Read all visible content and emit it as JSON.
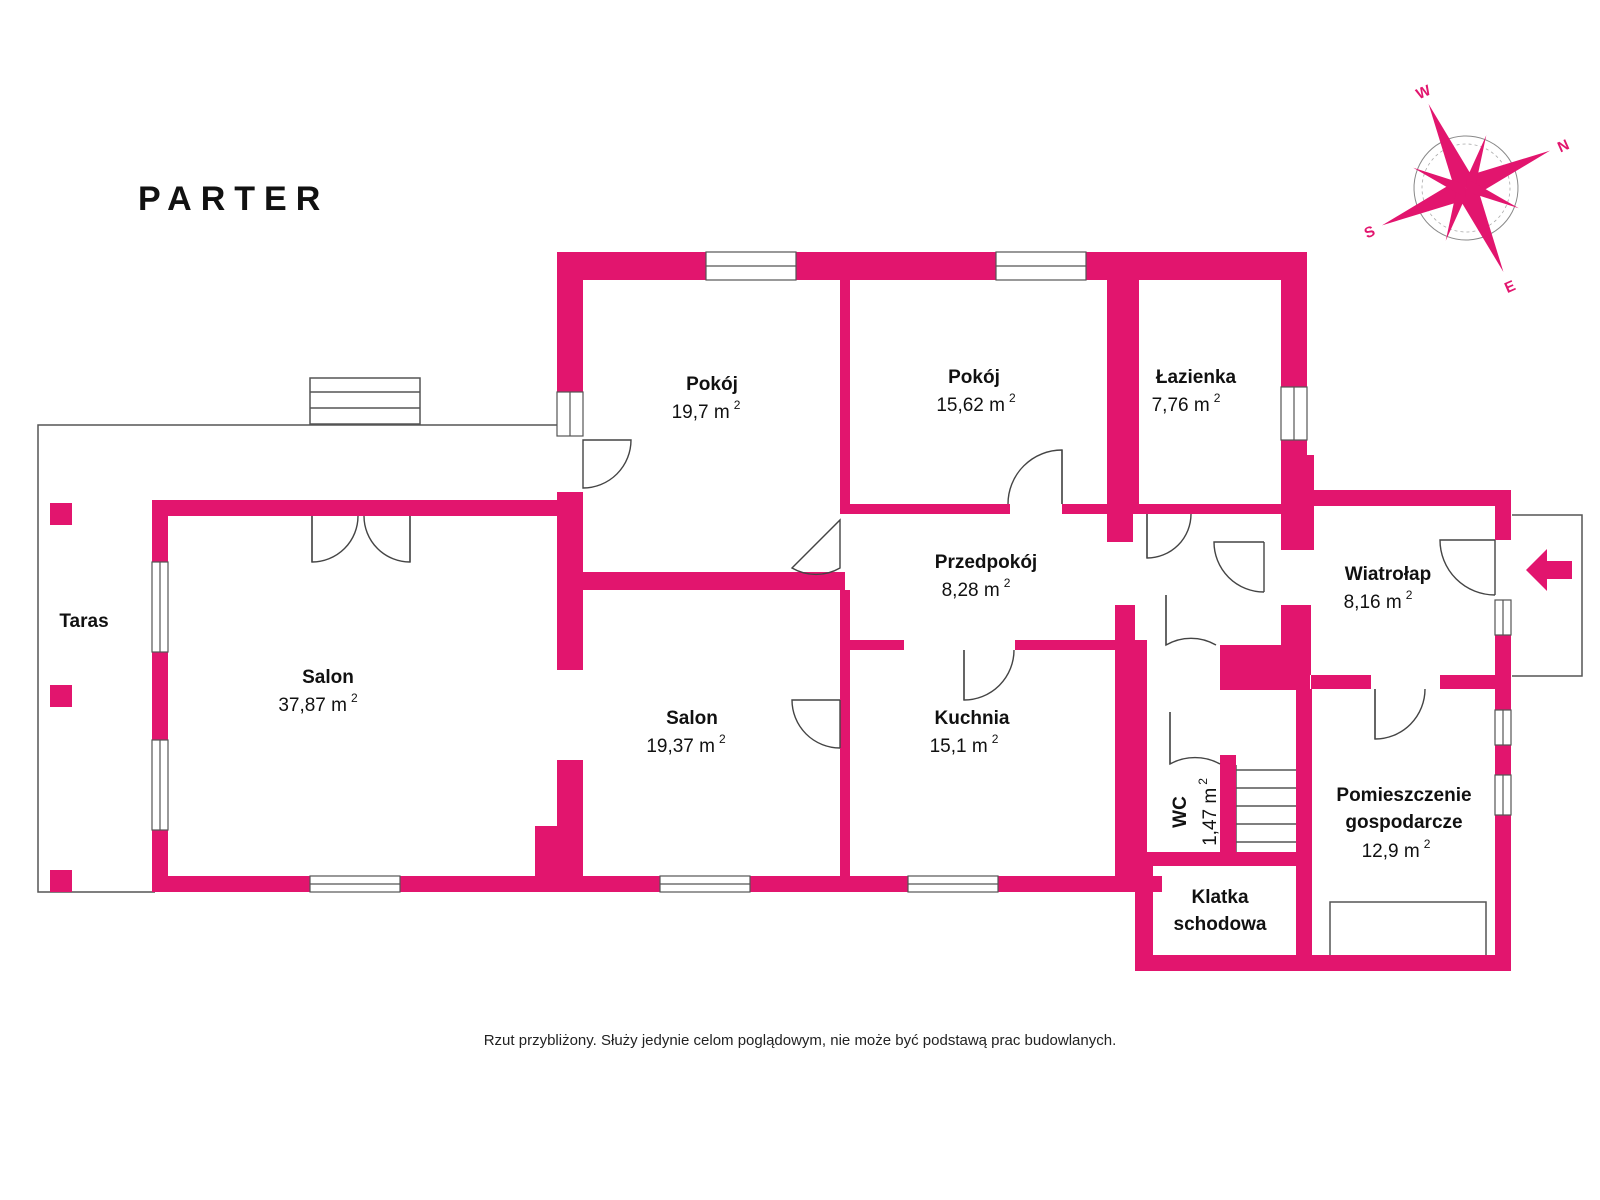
{
  "floor_title": "PARTER",
  "disclaimer": "Rzut przybliżony. Służy jedynie celom poglądowym, nie może być podstawą prac budowlanych.",
  "wall_color": "#E2156E",
  "area_unit": "m",
  "area_sup": "2",
  "compass": {
    "n": "N",
    "s": "S",
    "e": "E",
    "w": "W"
  },
  "rooms": {
    "taras": {
      "name": "Taras"
    },
    "salon_big": {
      "name": "Salon",
      "area": "37,87"
    },
    "pokoj1": {
      "name": "Pokój",
      "area": "19,7"
    },
    "salon_small": {
      "name": "Salon",
      "area": "19,37"
    },
    "pokoj2": {
      "name": "Pokój",
      "area": "15,62"
    },
    "przedpokoj": {
      "name": "Przedpokój",
      "area": "8,28"
    },
    "kuchnia": {
      "name": "Kuchnia",
      "area": "15,1"
    },
    "lazienka": {
      "name": "Łazienka",
      "area": "7,76"
    },
    "wiatrolap": {
      "name": "Wiatrołap",
      "area": "8,16"
    },
    "wc": {
      "name": "WC",
      "area": "1,47"
    },
    "klatka": {
      "name1": "Klatka",
      "name2": "schodowa"
    },
    "pom_gosp": {
      "name1": "Pomieszczenie",
      "name2": "gospodarcze",
      "area": "12,9"
    }
  }
}
